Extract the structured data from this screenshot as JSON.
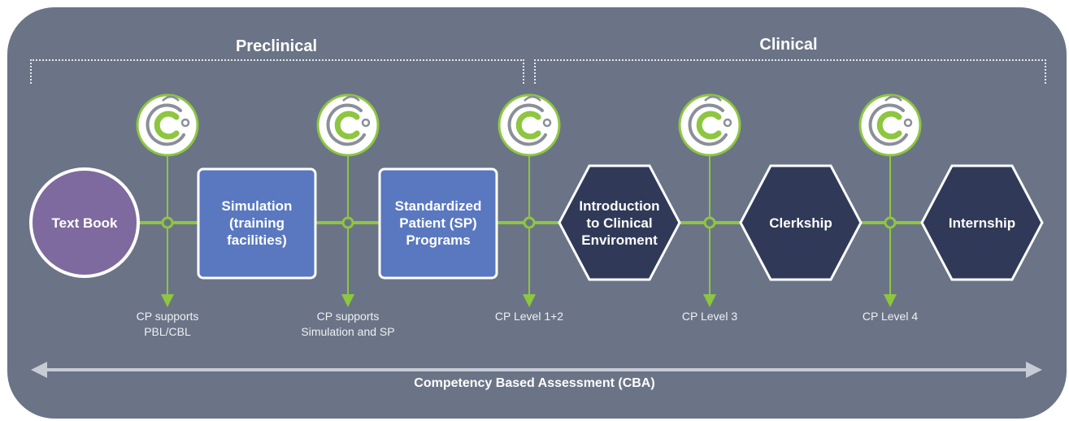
{
  "phases": {
    "preclinical": "Preclinical",
    "clinical": "Clinical"
  },
  "nodes": [
    {
      "label": "Text Book",
      "shape": "circle"
    },
    {
      "label": "Simulation\n(training\nfacilities)",
      "shape": "square"
    },
    {
      "label": "Standardized\nPatient (SP)\nPrograms",
      "shape": "square"
    },
    {
      "label": "Introduction\nto Clinical\nEnviroment",
      "shape": "hexagon"
    },
    {
      "label": "Clerkship",
      "shape": "hexagon"
    },
    {
      "label": "Internship",
      "shape": "hexagon"
    }
  ],
  "captions": [
    "CP supports\nPBL/CBL",
    "CP supports\nSimulation and SP",
    "CP Level 1+2",
    "CP Level 3",
    "CP Level 4"
  ],
  "cba_label": "Competency Based Assessment (CBA)",
  "colors": {
    "panel": "#6b7486",
    "connector": "#8dc63f",
    "circle_node": "#7e6a9e",
    "square_node": "#5a78c0",
    "hexagon_node": "#303a58",
    "logo_ring": "#8a8f99",
    "logo_accent": "#8dc63f"
  },
  "icons": {
    "cp_logo": "stethoscope-c-logo-icon",
    "arrow": "double-headed-arrow-icon"
  }
}
